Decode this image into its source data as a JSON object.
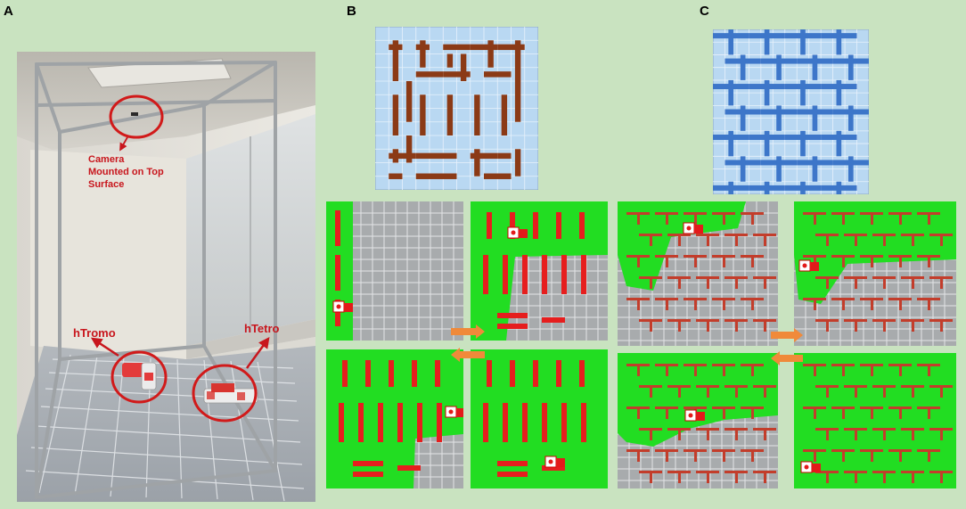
{
  "panels": {
    "a": {
      "label": "A"
    },
    "b": {
      "label": "B"
    },
    "c": {
      "label": "C"
    }
  },
  "annotations": {
    "camera": {
      "line1": "Camera",
      "line2": "Mounted on Top",
      "line3": "Surface"
    },
    "robot_tromo": "hTromo",
    "robot_tetro": "hTetro"
  },
  "colors": {
    "background": "#c9e3c0",
    "map_floor": "#b9d8f2",
    "tromino_blocks": "#8b3a16",
    "tetromino_blocks": "#3d76c9",
    "coverage": "#22dd22",
    "obstacle": "#e61e1e",
    "annotation": "#c8161d",
    "transition_arrow": "#f08a3a"
  }
}
